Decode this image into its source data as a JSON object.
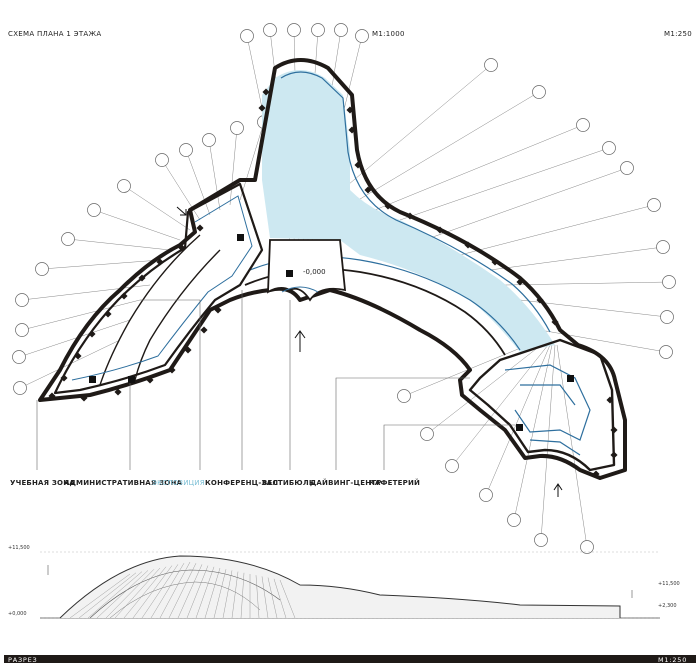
{
  "plan_title": "СХЕМА ПЛАНА 1 ЭТАЖА",
  "scale_key_plan": "М1:1000",
  "scale_plan": "М1:250",
  "floor_level": "-0,000",
  "zones": [
    {
      "label": "УЧЕБНАЯ ЗОНА",
      "highlight": false
    },
    {
      "label": "АДМИНИСТРАТИВНАЯ ЗОНА",
      "highlight": false
    },
    {
      "label": "ЭКСПОЗИЦИЯ",
      "highlight": true
    },
    {
      "label": "КОНФЕРЕНЦ-ЗАЛ",
      "highlight": false
    },
    {
      "label": "ВЕСТИБЮЛЬ",
      "highlight": false
    },
    {
      "label": "ДАЙВИНГ-ЦЕНТР",
      "highlight": false
    },
    {
      "label": "КАФЕТЕРИЙ",
      "highlight": false
    }
  ],
  "section": {
    "title": "РАЗРЕЗ",
    "scale": "М1:250",
    "levels_left": [
      "+11,500",
      "+0,000"
    ],
    "levels_right": [
      "+11,500",
      "+2,300"
    ]
  },
  "colors": {
    "exposition_fill": "#cde8f1",
    "accent_text": "#7dc0d6",
    "wall": "#1f1a17",
    "inner_line": "#2e6f9e"
  },
  "icons": [
    "entrance-arrow-icon",
    "axis-bubble-icon",
    "room-marker-icon"
  ]
}
